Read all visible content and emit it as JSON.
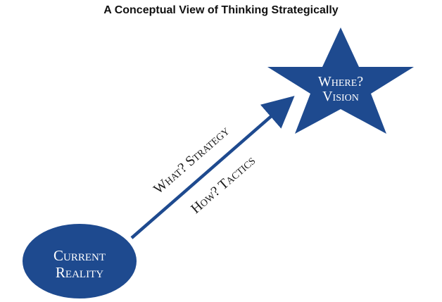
{
  "title": "A Conceptual View of Thinking Strategically",
  "nodes": {
    "current": {
      "line1": "Current",
      "line2": "Reality"
    },
    "vision": {
      "line1": "Where?",
      "line2": "Vision"
    }
  },
  "arrow_labels": {
    "upper": "What? Strategy",
    "lower": "How? Tactics"
  },
  "colors": {
    "shape_fill": "#1e4a8f",
    "arrow": "#1e4a8f",
    "text_on_shape": "#ffffff",
    "label_text": "#1a1a1a"
  }
}
